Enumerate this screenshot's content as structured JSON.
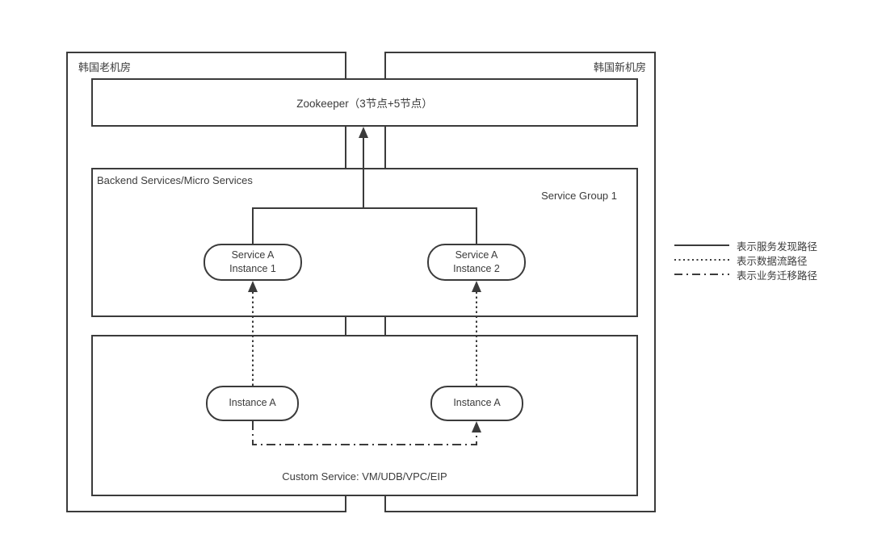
{
  "regions": {
    "old_datacenter": {
      "label": "韩国老机房"
    },
    "new_datacenter": {
      "label": "韩国新机房"
    }
  },
  "zookeeper": {
    "label": "Zookeeper（3节点+5节点）"
  },
  "backend": {
    "label": "Backend Services/Micro Services",
    "group_label": "Service Group 1",
    "nodes": [
      {
        "line1": "Service A",
        "line2": "Instance 1"
      },
      {
        "line1": "Service A",
        "line2": "Instance 2"
      }
    ]
  },
  "custom_service": {
    "label": "Custom Service: VM/UDB/VPC/EIP",
    "nodes": [
      {
        "label": "Instance A"
      },
      {
        "label": "Instance A"
      }
    ]
  },
  "legend": {
    "items": [
      {
        "style": "solid",
        "label": "表示服务发现路径"
      },
      {
        "style": "dotted",
        "label": "表示数据流路径"
      },
      {
        "style": "dashdot",
        "label": "表示业务迁移路径"
      }
    ]
  },
  "colors": {
    "line": "#3b3b3b",
    "text": "#3b3b3b",
    "background": "#ffffff"
  }
}
